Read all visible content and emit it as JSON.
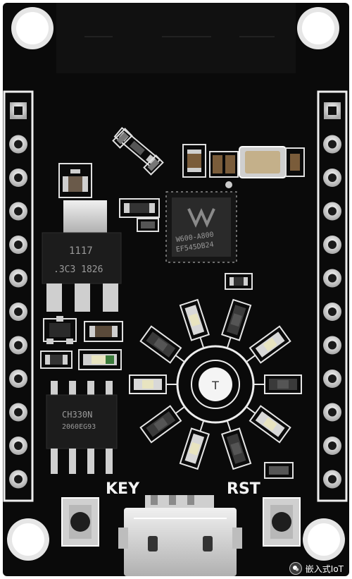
{
  "silkscreen": {
    "key_label": "KEY",
    "rst_label": "RST",
    "touch_label": "T"
  },
  "regulator": {
    "line1": "1117",
    "line2": ".3C3 1826"
  },
  "mcu": {
    "line1": "W600-A800",
    "line2": "EF545DB24"
  },
  "flash": {
    "line1": "CH330N",
    "line2": "2060EG93"
  },
  "watermark": {
    "text": "嵌入式IoT",
    "icon": "wechat-icon"
  },
  "colors": {
    "pcb": "#0a0a0a",
    "silk": "#f2f2f2",
    "gold": "#d9d9d9",
    "background": "#ffffff"
  }
}
